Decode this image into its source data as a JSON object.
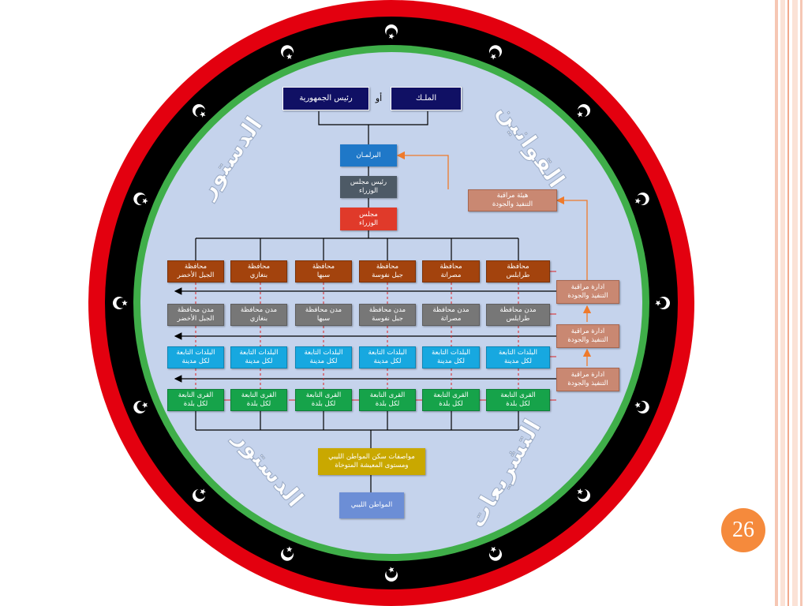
{
  "top": {
    "king": "الملـك",
    "or": "أو",
    "president": "رئيس الجمهورية"
  },
  "parliament": "البرلمـان",
  "pm": "رئيس مجلس\nالوزراء",
  "council": "مجلس\nالوزراء",
  "monitor_body": "هيئة مراقبة\nالتنفيذ والجودة",
  "governorates": [
    "محافظة\nطرابلس",
    "محافظة\nمصراتة",
    "محافظة\nجبل نفوسة",
    "محافظة\nسبها",
    "محافظة\nبنغازي",
    "محافظة\nالجبل الأخضر"
  ],
  "cities": [
    "مدن محافظة\nطرابلس",
    "مدن محافظة\nمصراتة",
    "مدن محافظة\nجبل نفوسة",
    "مدن محافظة\nسبها",
    "مدن محافظة\nبنغازي",
    "مدن محافظة\nالجبل الأخضر"
  ],
  "towns": [
    "البلدات التابعة\nلكل مدينة",
    "البلدات التابعة\nلكل مدينة",
    "البلدات التابعة\nلكل مدينة",
    "البلدات التابعة\nلكل مدينة",
    "البلدات التابعة\nلكل مدينة",
    "البلدات التابعة\nلكل مدينة"
  ],
  "villages": [
    "القرى التابعة\nلكل بلدة",
    "القرى التابعة\nلكل بلدة",
    "القرى التابعة\nلكل بلدة",
    "القرى التابعة\nلكل بلدة",
    "القرى التابعة\nلكل بلدة",
    "القرى التابعة\nلكل بلدة"
  ],
  "monitor_depts": [
    "ادارة مراقبة\nالتنفيذ والجودة",
    "ادارة مراقبة\nالتنفيذ والجودة",
    "ادارة مراقبة\nالتنفيذ والجودة"
  ],
  "specs": "مواصفات سكن المواطن الليبي\nومستوى المعيشة المتوخاة",
  "citizen": "المواطن الليبي",
  "curved_labels": {
    "constitution_top": "الدستور",
    "constitution_bottom": "الدستور",
    "law_top": "القوانين",
    "law_bottom": "التشريعات"
  },
  "page_number": "26",
  "colors": {
    "flag_red": "#e3000f",
    "flag_black": "#000000",
    "flag_green": "#3fae49",
    "inner_fill": "#c5d3ec",
    "navy": "#101064",
    "blue": "#1f78c8",
    "slate": "#4d5a66",
    "red_box": "#e03a2a",
    "olive": "#c9a800",
    "periwinkle": "#6c8ed6",
    "orange_arrow": "#ef7a2b"
  },
  "icons": [
    "crescent-star-icon"
  ]
}
